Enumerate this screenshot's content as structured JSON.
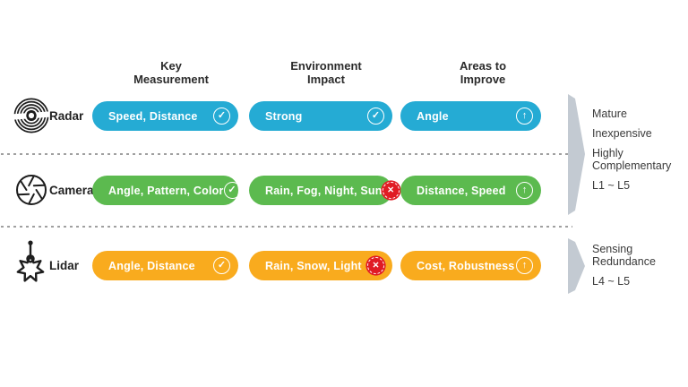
{
  "headers": [
    {
      "line1": "Key",
      "line2": "Measurement"
    },
    {
      "line1": "Environment",
      "line2": "Impact"
    },
    {
      "line1": "Areas to",
      "line2": "Improve"
    }
  ],
  "glyphs": {
    "check": "✓",
    "cross": "✕",
    "up": "↑"
  },
  "colors": {
    "radar": "#25abd4",
    "camera": "#5cba4f",
    "lidar": "#f9ab1e",
    "bracket": "#c3cad2",
    "cross_badge": "#e01b24"
  },
  "rows": [
    {
      "label": "Radar",
      "icon": "radar-icon",
      "color": "#25abd4",
      "cells": [
        {
          "text": "Speed, Distance",
          "badge": "check"
        },
        {
          "text": "Strong",
          "badge": "check"
        },
        {
          "text": "Angle",
          "badge": "up"
        }
      ]
    },
    {
      "label": "Camera",
      "icon": "camera-aperture-icon",
      "color": "#5cba4f",
      "cells": [
        {
          "text": "Angle, Pattern, Color",
          "badge": "check"
        },
        {
          "text": "Rain, Fog, Night, Sun",
          "badge": "cross"
        },
        {
          "text": "Distance, Speed",
          "badge": "up"
        }
      ]
    },
    {
      "label": "Lidar",
      "icon": "lidar-star-icon",
      "color": "#f9ab1e",
      "cells": [
        {
          "text": "Angle, Distance",
          "badge": "check"
        },
        {
          "text": "Rain, Snow, Light",
          "badge": "cross"
        },
        {
          "text": "Cost, Robustness",
          "badge": "up"
        }
      ]
    }
  ],
  "annotations": [
    {
      "items": [
        "Mature",
        "Inexpensive",
        "Highly Complementary",
        "L1 ~ L5"
      ]
    },
    {
      "items": [
        "Sensing Redundance",
        "L4 ~ L5"
      ]
    }
  ]
}
